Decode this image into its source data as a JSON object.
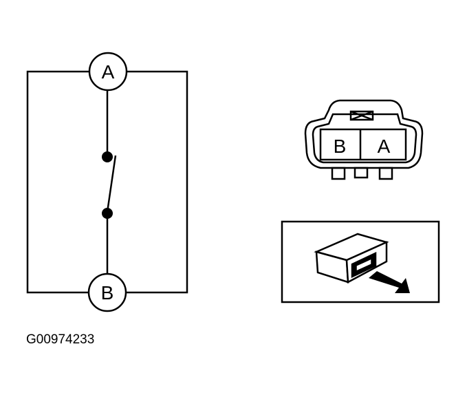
{
  "schematic": {
    "terminal_top": "A",
    "terminal_bottom": "B"
  },
  "connector": {
    "cavity_left": "B",
    "cavity_right": "A"
  },
  "figure_id": "G00974233",
  "colors": {
    "ink": "#000000",
    "paper": "#ffffff"
  }
}
